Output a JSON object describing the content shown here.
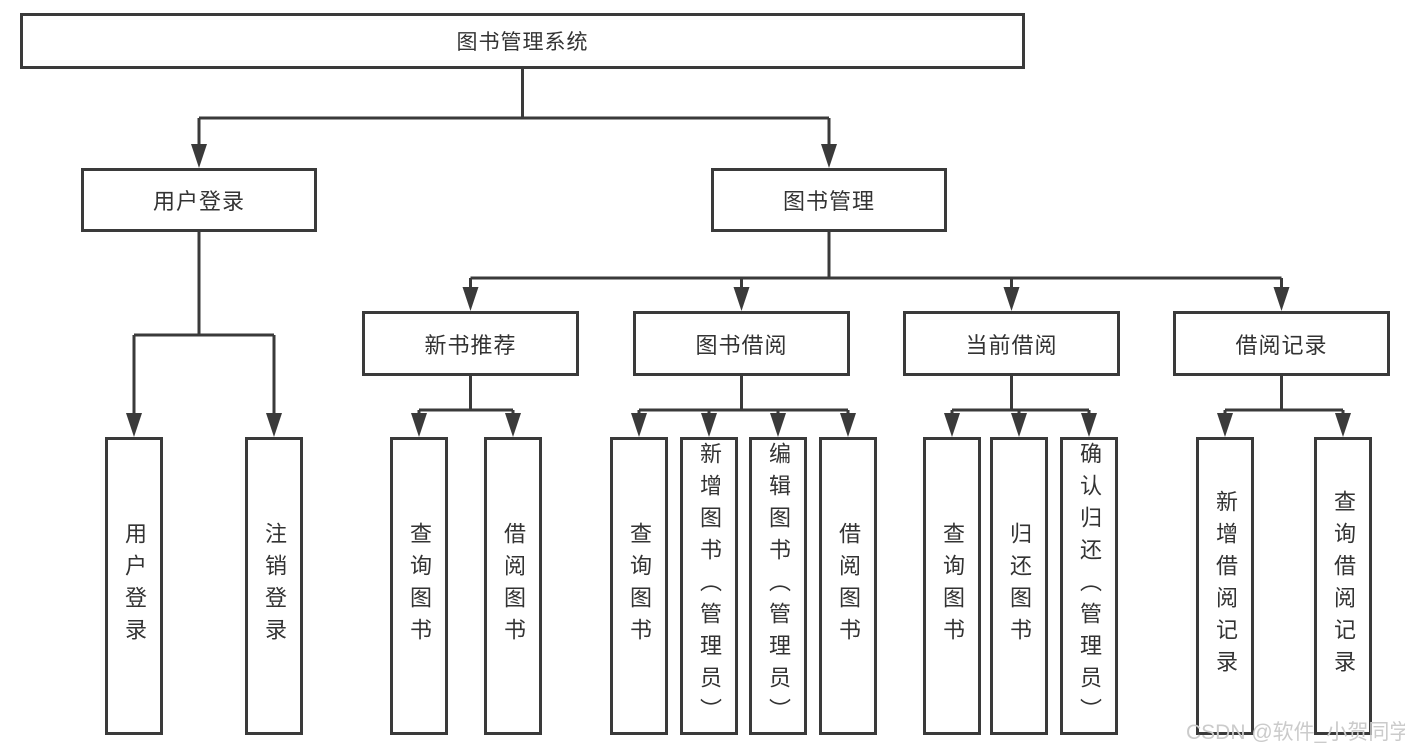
{
  "title": "图书管理系统",
  "branches": {
    "user_login": {
      "label": "用户登录",
      "children": [
        "用户登录",
        "注销登录"
      ]
    },
    "book_mgmt": {
      "label": "图书管理"
    },
    "new_books": {
      "label": "新书推荐",
      "children": [
        "查询图书",
        "借阅图书"
      ]
    },
    "book_borrow": {
      "label": "图书借阅",
      "children": [
        "查询图书",
        "新增图书（管理员）",
        "编辑图书（管理员）",
        "借阅图书"
      ]
    },
    "current_borrow": {
      "label": "当前借阅",
      "children": [
        "查询图书",
        "归还图书",
        "确认归还（管理员）"
      ]
    },
    "borrow_records": {
      "label": "借阅记录",
      "children": [
        "新增借阅记录",
        "查询借阅记录"
      ]
    }
  },
  "watermark": "CSDN @软件_小贺同学",
  "colors": {
    "line": "#3a3a3a",
    "node_text": "#333333",
    "watermark": "#cbcbcb"
  }
}
